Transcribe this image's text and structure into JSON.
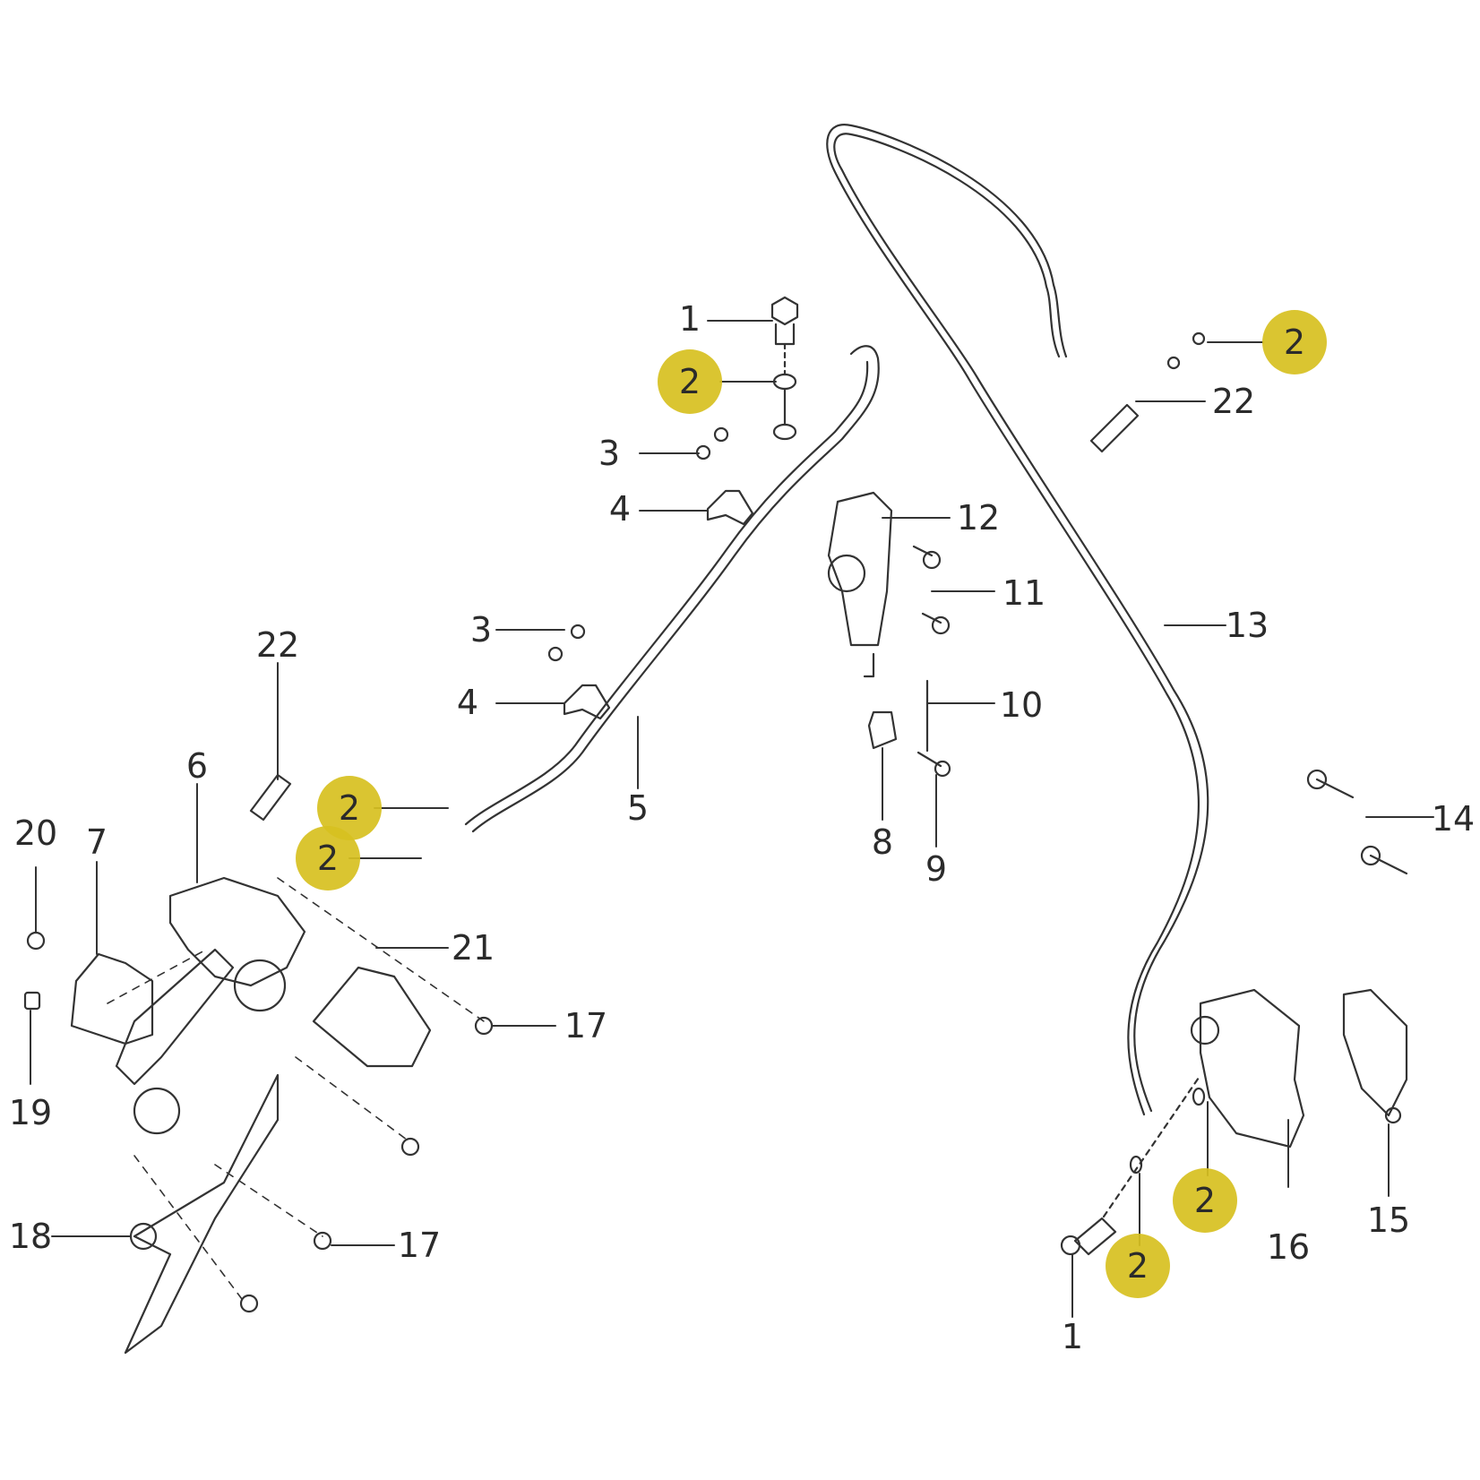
{
  "diagram": {
    "title": "Rear brake system exploded parts diagram",
    "highlight_color": "#d7c020",
    "line_color": "#333333",
    "highlighted_part": "2",
    "callouts": [
      {
        "id": "c1a",
        "label": "1",
        "highlighted": false
      },
      {
        "id": "c2a",
        "label": "2",
        "highlighted": true
      },
      {
        "id": "c3a",
        "label": "3",
        "highlighted": false
      },
      {
        "id": "c4a",
        "label": "4",
        "highlighted": false
      },
      {
        "id": "c3b",
        "label": "3",
        "highlighted": false
      },
      {
        "id": "c4b",
        "label": "4",
        "highlighted": false
      },
      {
        "id": "c22a",
        "label": "22",
        "highlighted": false
      },
      {
        "id": "c6",
        "label": "6",
        "highlighted": false
      },
      {
        "id": "c2b",
        "label": "2",
        "highlighted": true
      },
      {
        "id": "c2c",
        "label": "2",
        "highlighted": true
      },
      {
        "id": "c5",
        "label": "5",
        "highlighted": false
      },
      {
        "id": "c20",
        "label": "20",
        "highlighted": false
      },
      {
        "id": "c7",
        "label": "7",
        "highlighted": false
      },
      {
        "id": "c21",
        "label": "21",
        "highlighted": false
      },
      {
        "id": "c17a",
        "label": "17",
        "highlighted": false
      },
      {
        "id": "c19",
        "label": "19",
        "highlighted": false
      },
      {
        "id": "c18",
        "label": "18",
        "highlighted": false
      },
      {
        "id": "c17b",
        "label": "17",
        "highlighted": false
      },
      {
        "id": "c12",
        "label": "12",
        "highlighted": false
      },
      {
        "id": "c11",
        "label": "11",
        "highlighted": false
      },
      {
        "id": "c10",
        "label": "10",
        "highlighted": false
      },
      {
        "id": "c8",
        "label": "8",
        "highlighted": false
      },
      {
        "id": "c9",
        "label": "9",
        "highlighted": false
      },
      {
        "id": "c13",
        "label": "13",
        "highlighted": false
      },
      {
        "id": "c2d",
        "label": "2",
        "highlighted": true
      },
      {
        "id": "c22b",
        "label": "22",
        "highlighted": false
      },
      {
        "id": "c14",
        "label": "14",
        "highlighted": false
      },
      {
        "id": "c2e",
        "label": "2",
        "highlighted": true
      },
      {
        "id": "c2f",
        "label": "2",
        "highlighted": true
      },
      {
        "id": "c16",
        "label": "16",
        "highlighted": false
      },
      {
        "id": "c15",
        "label": "15",
        "highlighted": false
      },
      {
        "id": "c1b",
        "label": "1",
        "highlighted": false
      }
    ]
  }
}
